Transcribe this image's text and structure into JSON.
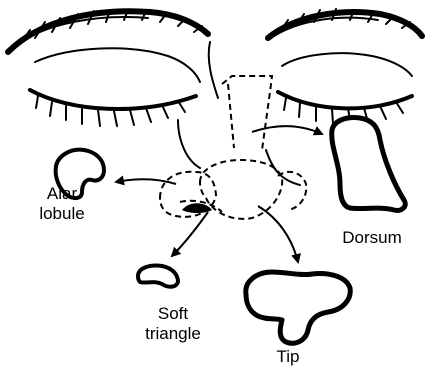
{
  "labels": {
    "alar_line1": "Alar",
    "alar_line2": "lobule",
    "soft_line1": "Soft",
    "soft_line2": "triangle",
    "tip": "Tip",
    "dorsum": "Dorsum"
  },
  "colors": {
    "ink": "#000000",
    "background": "#ffffff"
  }
}
